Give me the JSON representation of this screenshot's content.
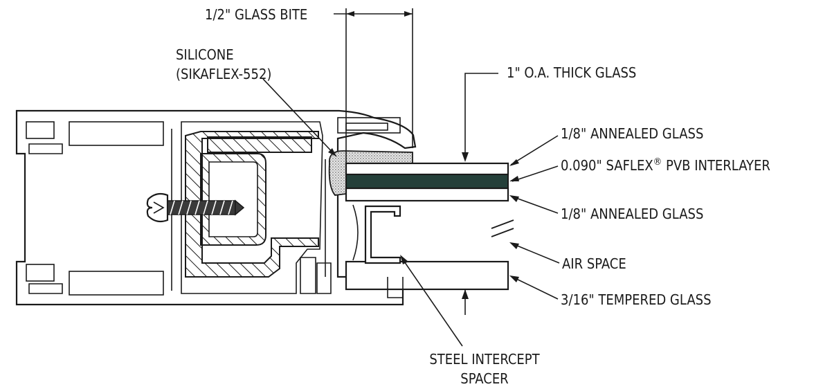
{
  "labels": {
    "glass_bite": "1/2\" GLASS BITE",
    "silicone_line1": "SILICONE",
    "silicone_line2": "(SIKAFLEX-552)",
    "oa_thick": "1\" O.A. THICK GLASS",
    "annealed_top": "1/8\" ANNEALED GLASS",
    "interlayer_prefix": "0.090\" SAFLEX",
    "interlayer_reg": "®",
    "interlayer_suffix": " PVB INTERLAYER",
    "annealed_bottom": "1/8\" ANNEALED GLASS",
    "air_space": "AIR SPACE",
    "tempered": "3/16\" TEMPERED GLASS",
    "spacer_line1": "STEEL INTERCEPT",
    "spacer_line2": "SPACER"
  },
  "colors": {
    "line": "#1a1a1a",
    "interlayer": "#25403a",
    "silicone": "#cfcfcf"
  }
}
